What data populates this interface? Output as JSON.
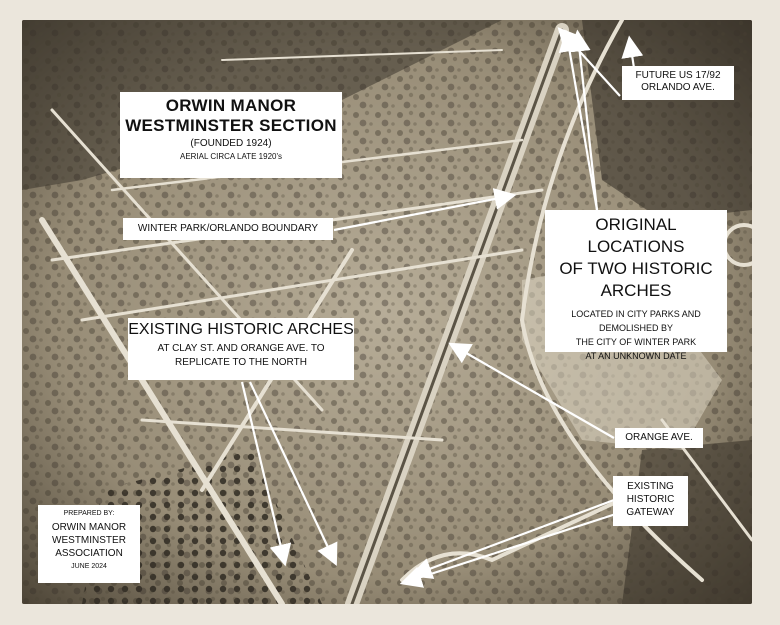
{
  "title": {
    "line1": "ORWIN MANOR",
    "line2": "WESTMINSTER SECTION",
    "founded": "(FOUNDED 1924)",
    "aerial": "AERIAL CIRCA LATE 1920's"
  },
  "labels": {
    "boundary": "WINTER PARK/ORLANDO BOUNDARY",
    "future_us": "FUTURE US 17/92",
    "orlando_ave": "ORLANDO AVE.",
    "original_1": "ORIGINAL LOCATIONS",
    "original_2": "OF TWO HISTORIC",
    "original_3": "ARCHES",
    "original_note_1": "LOCATED IN CITY PARKS AND",
    "original_note_2": "DEMOLISHED BY",
    "original_note_3": "THE CITY OF WINTER PARK",
    "original_note_4": "AT AN UNKNOWN DATE",
    "existing_1": "EXISTING HISTORIC ARCHES",
    "existing_2": "AT CLAY ST. AND ORANGE AVE. TO",
    "existing_3": "REPLICATE TO THE NORTH",
    "orange_ave": "ORANGE AVE.",
    "gateway_1": "EXISTING",
    "gateway_2": "HISTORIC",
    "gateway_3": "GATEWAY"
  },
  "credit": {
    "prepared_by": "PREPARED BY:",
    "org_1": "ORWIN MANOR",
    "org_2": "WESTMINSTER",
    "org_3": "ASSOCIATION",
    "date": "JUNE 2024"
  },
  "colors": {
    "photo_light": "#c9c0ad",
    "photo_dark": "#4a4436",
    "road": "#e6e0d2",
    "arrow": "#ffffff"
  }
}
